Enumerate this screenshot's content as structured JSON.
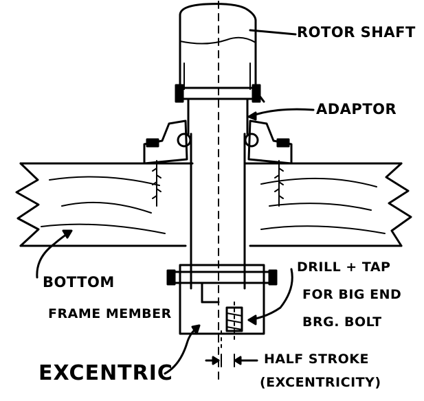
{
  "labels": {
    "rotor_shaft": "ROTOR SHAFT",
    "adaptor": "ADAPTOR",
    "drill_tap_line1": "DRILL + TAP",
    "drill_tap_line2": "FOR BIG END",
    "drill_tap_line3": "BRG. BOLT",
    "bottom_frame_line1": "BOTTOM",
    "bottom_frame_line2": "FRAME MEMBER",
    "excentric": "EXCENTRIC",
    "half_stroke_line1": "HALF STROKE",
    "half_stroke_line2": "(EXCENTRICITY)"
  }
}
